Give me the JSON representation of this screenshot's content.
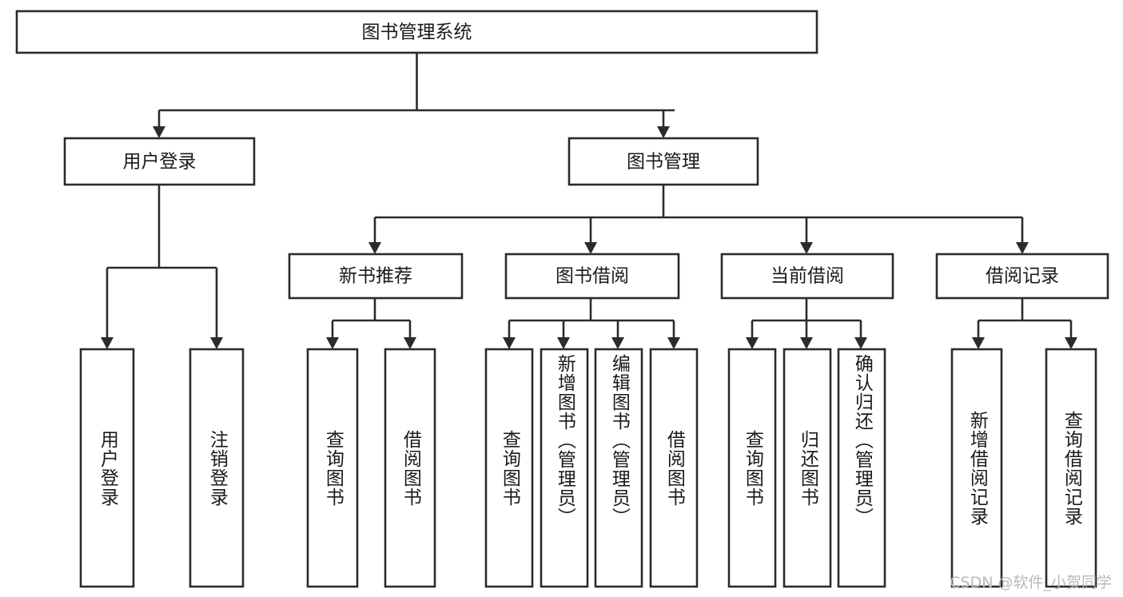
{
  "diagram": {
    "type": "tree-hierarchy",
    "title": "图书管理系统",
    "watermark": "CSDN @软件_小贺同学",
    "root": {
      "id": "root",
      "label": "图书管理系统",
      "orientation": "horizontal"
    },
    "level2": [
      {
        "id": "user-login",
        "label": "用户登录",
        "orientation": "horizontal"
      },
      {
        "id": "book-manage",
        "label": "图书管理",
        "orientation": "horizontal"
      }
    ],
    "level3": [
      {
        "id": "new-book-recommend",
        "label": "新书推荐",
        "parent": "book-manage",
        "orientation": "horizontal"
      },
      {
        "id": "book-borrow",
        "label": "图书借阅",
        "parent": "book-manage",
        "orientation": "horizontal"
      },
      {
        "id": "current-borrow",
        "label": "当前借阅",
        "parent": "book-manage",
        "orientation": "horizontal"
      },
      {
        "id": "borrow-record",
        "label": "借阅记录",
        "parent": "book-manage",
        "orientation": "horizontal"
      }
    ],
    "leaves": [
      {
        "id": "leaf-user-login",
        "label": "用户登录",
        "parent": "user-login",
        "orientation": "vertical"
      },
      {
        "id": "leaf-user-logout",
        "label": "注销登录",
        "parent": "user-login",
        "orientation": "vertical"
      },
      {
        "id": "leaf-query-book-1",
        "label": "查询图书",
        "parent": "new-book-recommend",
        "orientation": "vertical"
      },
      {
        "id": "leaf-borrow-book-1",
        "label": "借阅图书",
        "parent": "new-book-recommend",
        "orientation": "vertical"
      },
      {
        "id": "leaf-query-book-2",
        "label": "查询图书",
        "parent": "book-borrow",
        "orientation": "vertical"
      },
      {
        "id": "leaf-add-book",
        "label": "新增图书（管理员）",
        "parent": "book-borrow",
        "orientation": "vertical"
      },
      {
        "id": "leaf-edit-book",
        "label": "编辑图书（管理员）",
        "parent": "book-borrow",
        "orientation": "vertical"
      },
      {
        "id": "leaf-borrow-book-2",
        "label": "借阅图书",
        "parent": "book-borrow",
        "orientation": "vertical"
      },
      {
        "id": "leaf-query-book-3",
        "label": "查询图书",
        "parent": "current-borrow",
        "orientation": "vertical"
      },
      {
        "id": "leaf-return-book",
        "label": "归还图书",
        "parent": "current-borrow",
        "orientation": "vertical"
      },
      {
        "id": "leaf-confirm-return",
        "label": "确认归还（管理员）",
        "parent": "current-borrow",
        "orientation": "vertical"
      },
      {
        "id": "leaf-add-record",
        "label": "新增借阅记录",
        "parent": "borrow-record",
        "orientation": "vertical"
      },
      {
        "id": "leaf-query-record",
        "label": "查询借阅记录",
        "parent": "borrow-record",
        "orientation": "vertical"
      }
    ],
    "colors": {
      "stroke": "#2b2b2b",
      "fill": "#ffffff",
      "text": "#1a1a1a",
      "watermark": "#b9b9b9",
      "background": "#ffffff"
    }
  }
}
